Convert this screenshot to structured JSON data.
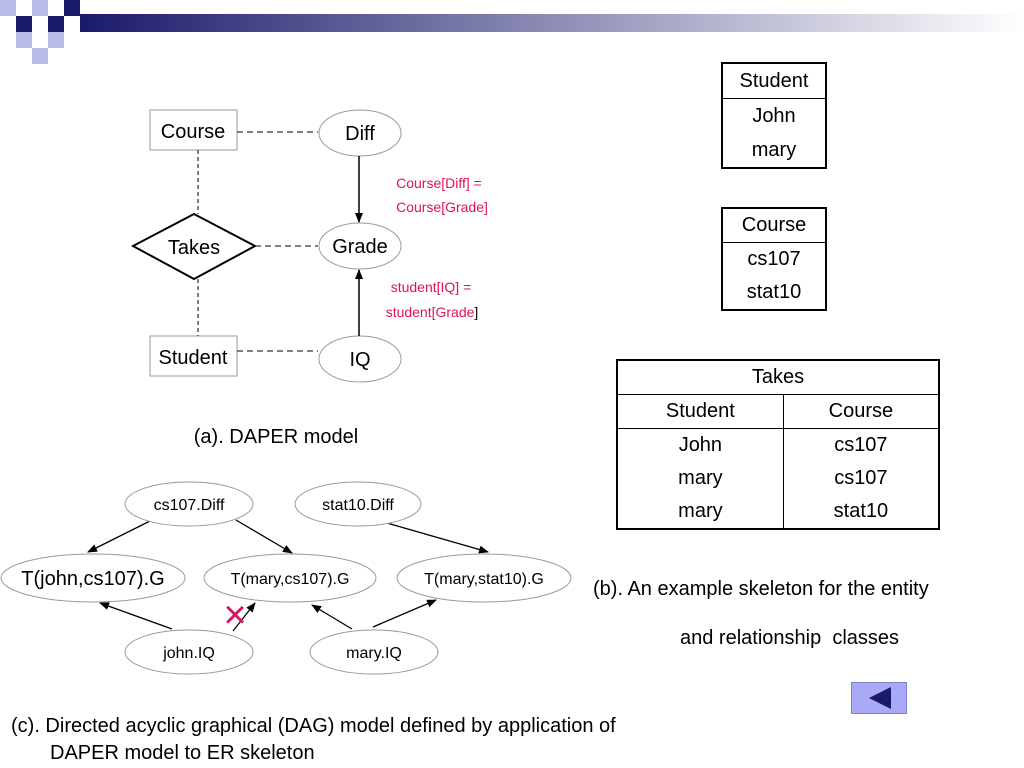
{
  "colors": {
    "accent_dark": "#1a1a6b",
    "accent_light": "#b8bce6",
    "annotation": "#e0115f",
    "button_fill": "#a9a9f6",
    "button_arrow": "#1a1a6b"
  },
  "daper": {
    "entity_course": "Course",
    "entity_student": "Student",
    "relationship_takes": "Takes",
    "attr_diff": "Diff",
    "attr_grade": "Grade",
    "attr_iq": "IQ",
    "constraint_diff": [
      "Course[Diff] =",
      "Course[Grade]"
    ],
    "constraint_iq": [
      "student[IQ] =",
      "student[Grade",
      "]"
    ],
    "caption": "(a). DAPER model"
  },
  "skeleton": {
    "student_table": {
      "header": "Student",
      "rows": [
        "John",
        "mary"
      ]
    },
    "course_table": {
      "header": "Course",
      "rows": [
        "cs107",
        "stat10"
      ]
    },
    "takes_table": {
      "title": "Takes",
      "columns": [
        "Student",
        "Course"
      ],
      "rows": [
        [
          "John",
          "cs107"
        ],
        [
          "mary",
          "cs107"
        ],
        [
          "mary",
          "stat10"
        ]
      ]
    },
    "caption_line1": "(b). An example skeleton for the entity",
    "caption_line2": "and relationship  classes"
  },
  "dag": {
    "nodes": {
      "cs107_diff": "cs107.Diff",
      "stat10_diff": "stat10.Diff",
      "t_john_cs107": "T(john,cs107).G",
      "t_mary_cs107": "T(mary,cs107).G",
      "t_mary_stat10": "T(mary,stat10).G",
      "john_iq": "john.IQ",
      "mary_iq": "mary.IQ"
    },
    "cross_mark": "×",
    "caption_line1": "(c). Directed acyclic graphical (DAG) model defined by application of",
    "caption_line2": "DAPER model to ER skeleton"
  },
  "navigation": {
    "back_icon": "left-triangle-icon"
  }
}
